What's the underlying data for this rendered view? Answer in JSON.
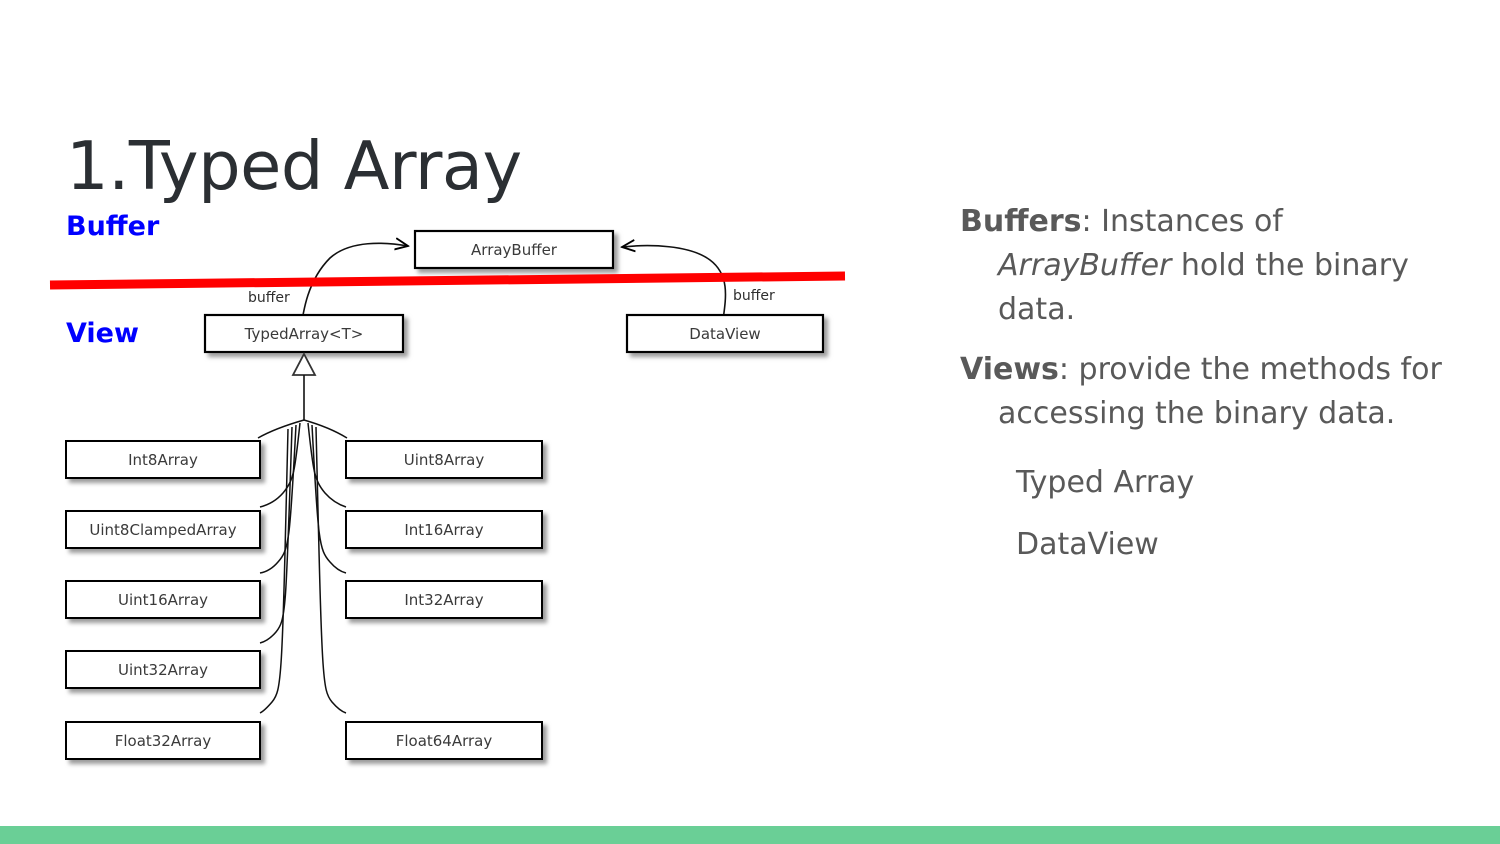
{
  "slide": {
    "title": "1.Typed Array",
    "accent_green": "#6ACF96",
    "divider_red": "#FF0000",
    "section_blue": "#0000FF",
    "body_gray": "#595959",
    "title_gray": "#2B2F33"
  },
  "sections": {
    "buffer_label": "Buffer",
    "view_label": "View"
  },
  "diagram": {
    "type": "uml-class-diagram",
    "top_box": "ArrayBuffer",
    "view_boxes": [
      "TypedArray<T>",
      "DataView"
    ],
    "edge_labels": [
      "buffer",
      "buffer"
    ],
    "subclasses_left": [
      "Int8Array",
      "Uint8ClampedArray",
      "Uint16Array",
      "Uint32Array",
      "Float32Array"
    ],
    "subclasses_right": [
      "Uint8Array",
      "Int16Array",
      "Int32Array",
      "Float64Array"
    ]
  },
  "text_panel": {
    "paragraphs": [
      {
        "lead": "Buffers",
        "after_lead": ": Instances of ",
        "italic": "ArrayBuffer",
        "tail": " hold the binary data."
      },
      {
        "lead": "Views",
        "after_lead": ": provide the methods for accessing the binary data.",
        "italic": "",
        "tail": ""
      }
    ],
    "subitems": [
      "Typed Array",
      "DataView"
    ]
  }
}
